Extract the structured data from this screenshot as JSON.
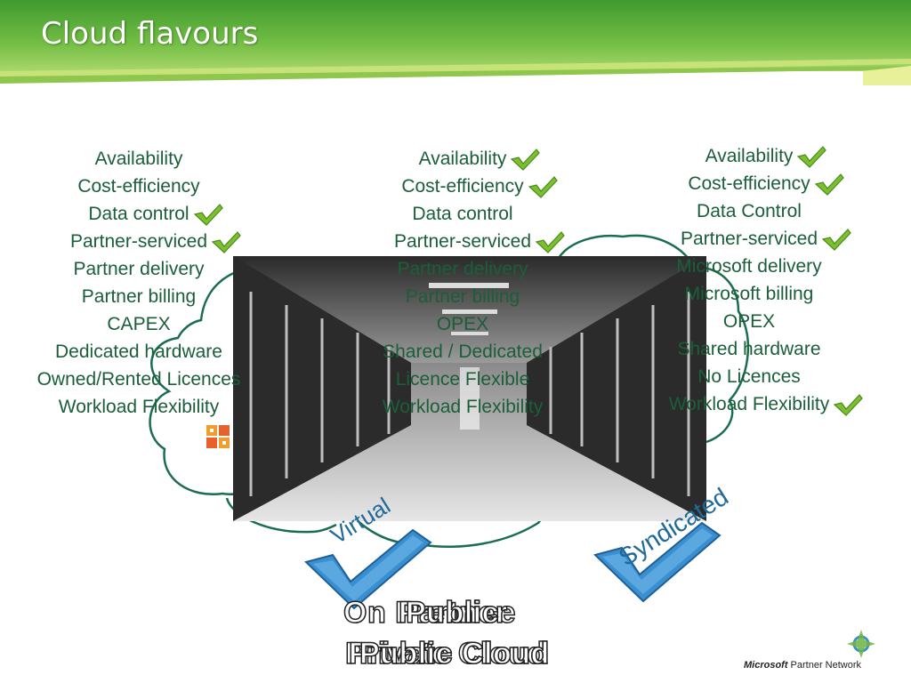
{
  "slide": {
    "title": "Cloud flavours"
  },
  "columns": {
    "on_premise": {
      "items": [
        "Availability",
        "Cost-efficiency",
        "Data control",
        "Partner-serviced",
        "Partner delivery",
        "Partner billing",
        "CAPEX",
        "Dedicated hardware",
        "Owned/Rented Licences",
        "Workload Flexibility"
      ],
      "checked": [
        false,
        false,
        true,
        true,
        false,
        false,
        false,
        false,
        false,
        false
      ]
    },
    "partner": {
      "items": [
        "Availability",
        "Cost-efficiency",
        "Data control",
        "Partner-serviced",
        "Partner delivery",
        "Partner billing",
        "OPEX",
        "Shared / Dedicated",
        "Licence Flexible",
        "Workload Flexibility"
      ],
      "checked": [
        true,
        true,
        false,
        true,
        false,
        false,
        false,
        false,
        false,
        false
      ]
    },
    "public": {
      "items": [
        "Availability",
        "Cost-efficiency",
        "Data Control",
        "Partner-serviced",
        "Microsoft delivery",
        "Microsoft billing",
        "OPEX",
        "Shared hardware",
        "No Licences",
        "Workload Flexibility"
      ],
      "checked": [
        true,
        true,
        false,
        true,
        false,
        false,
        false,
        false,
        false,
        true
      ]
    }
  },
  "labels": {
    "virtual": "Virtual",
    "syndicated": "Syndicated",
    "overlap_line1_a": "On Premise",
    "overlap_line1_b": "Partner",
    "overlap_line1_c": "Public",
    "overlap_line2_a": "Private Cloud",
    "overlap_line2_b": "Private Cloud",
    "overlap_line2_c": "Public Cloud"
  },
  "footer": {
    "brand_bold": "Microsoft",
    "brand_rest": " Partner Network"
  },
  "colors": {
    "header_green": "#6db33f",
    "text_green": "#1b5e3a",
    "cloud_stroke": "#1a6e4f",
    "check_blue": "#3a8fd0"
  }
}
